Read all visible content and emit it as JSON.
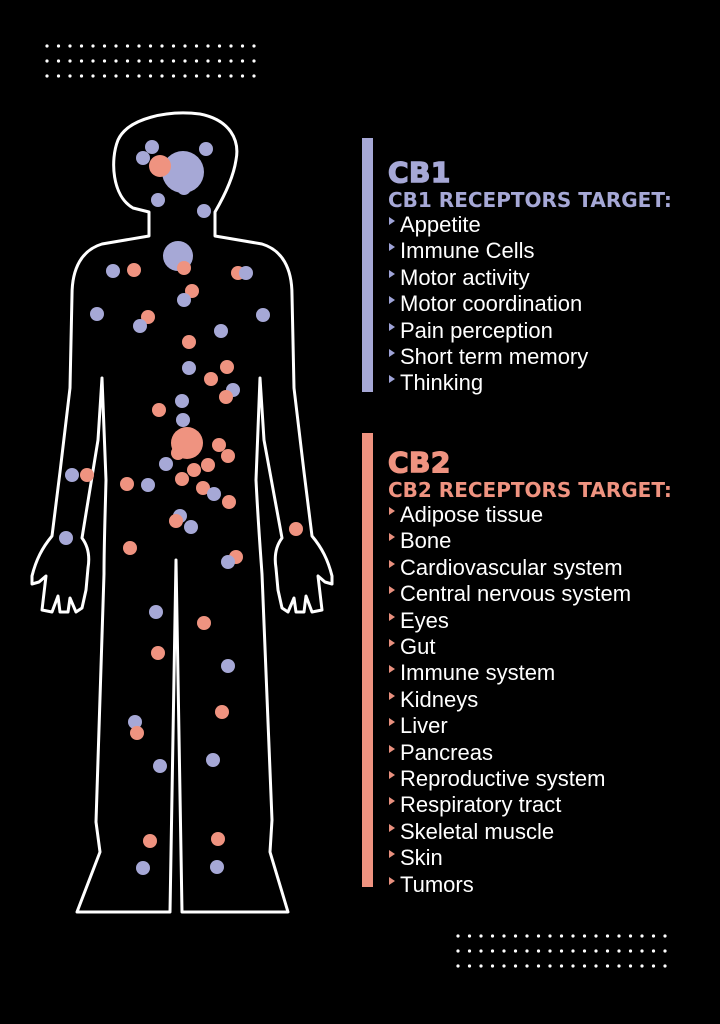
{
  "colors": {
    "background": "#000000",
    "cb1": "#a6a8d6",
    "cb2": "#ef9380",
    "outline": "#ffffff"
  },
  "cb1": {
    "label": "CB1",
    "heading": "CB1 RECEPTORS TARGET:",
    "items": [
      "Appetite",
      "Immune Cells",
      "Motor activity",
      "Motor coordination",
      "Pain  perception",
      "Short term memory",
      "Thinking"
    ]
  },
  "cb2": {
    "label": "CB2",
    "heading": "CB2 RECEPTORS TARGET:",
    "items": [
      "Adipose tissue",
      "Bone",
      "Cardiovascular system",
      "Central nervous system",
      "Eyes",
      "Gut",
      "Immune system",
      "Kidneys",
      "Liver",
      "Pancreas",
      "Reproductive system",
      "Respiratory tract",
      "Skeletal muscle",
      "Skin",
      "Tumors"
    ]
  },
  "icons": {
    "body": "human-body-outline-icon",
    "receptor_dot": "receptor-dot-icon",
    "bullet": "triangle-bullet-icon"
  }
}
